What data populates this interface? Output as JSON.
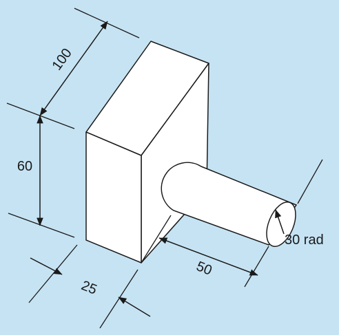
{
  "dimensions": {
    "block_depth": "100",
    "block_height": "60",
    "block_thickness": "25",
    "cylinder_length": "50",
    "cylinder_radius": "30 rad"
  },
  "colors": {
    "background": "#c6e3f3",
    "solid_fill": "#ffffff",
    "line": "#1a1a1a"
  }
}
